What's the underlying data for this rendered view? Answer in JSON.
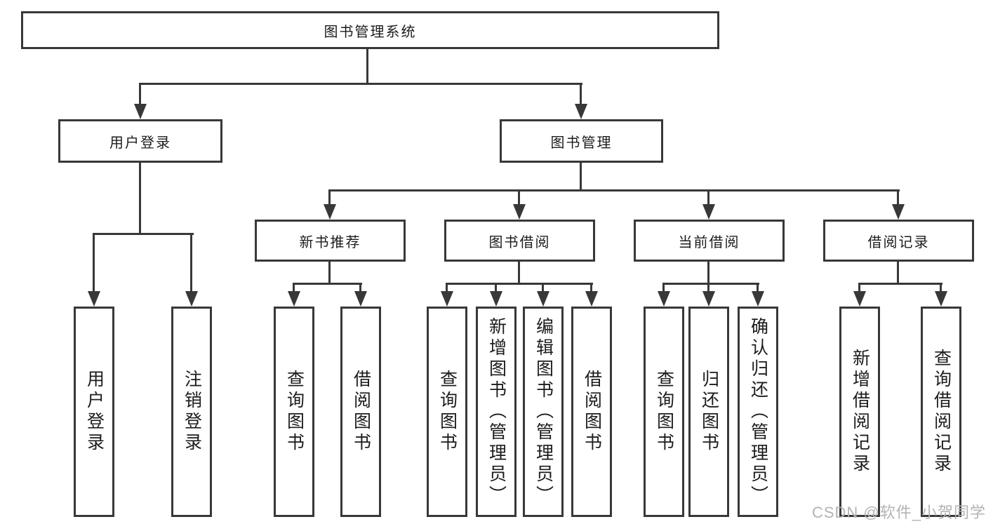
{
  "diagram": {
    "root": {
      "label": "图书管理系统"
    },
    "level2": {
      "user_login": {
        "label": "用户登录"
      },
      "book_mgmt": {
        "label": "图书管理"
      }
    },
    "level3": {
      "new_books": {
        "label": "新书推荐"
      },
      "book_borrow": {
        "label": "图书借阅"
      },
      "current_borrow": {
        "label": "当前借阅"
      },
      "borrow_records": {
        "label": "借阅记录"
      }
    },
    "leaves": {
      "user_login": [
        "用户登录",
        "注销登录"
      ],
      "new_books": [
        "查询图书",
        "借阅图书"
      ],
      "book_borrow": [
        "查询图书",
        "新增图书（管理员）",
        "编辑图书（管理员）",
        "借阅图书"
      ],
      "current_borrow": [
        "查询图书",
        "归还图书",
        "确认归还（管理员）"
      ],
      "borrow_records": [
        "新增借阅记录",
        "查询借阅记录"
      ]
    }
  },
  "watermark": {
    "text": "CSDN @软件_小贺同学"
  },
  "colors": {
    "line": "#383838",
    "text": "#1c1c1c",
    "background": "#ffffff",
    "watermark": "#b3b3b3"
  }
}
